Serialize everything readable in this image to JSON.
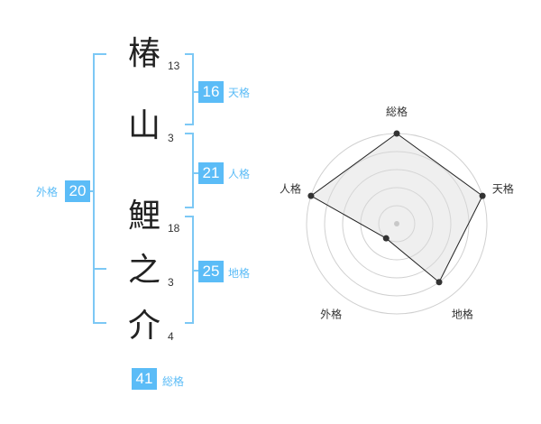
{
  "name": {
    "chars": [
      {
        "char": "椿",
        "strokes": "13"
      },
      {
        "char": "山",
        "strokes": "3"
      },
      {
        "char": "鯉",
        "strokes": "18"
      },
      {
        "char": "之",
        "strokes": "3"
      },
      {
        "char": "介",
        "strokes": "4"
      }
    ]
  },
  "kaku": {
    "tenkaku": {
      "value": "16",
      "label": "天格"
    },
    "jinkaku": {
      "value": "21",
      "label": "人格"
    },
    "chikaku": {
      "value": "25",
      "label": "地格"
    },
    "gaikaku": {
      "value": "20",
      "label": "外格"
    },
    "soukaku": {
      "value": "41",
      "label": "総格"
    }
  },
  "colors": {
    "accent": "#5bbcf7",
    "bracket": "#7cc8f5",
    "radar_fill": "#ececec",
    "ring": "#d0d0d0"
  },
  "chart_data": {
    "type": "radar",
    "axes": [
      "総格",
      "天格",
      "地格",
      "外格",
      "人格"
    ],
    "values": [
      5,
      5,
      4,
      1,
      5
    ],
    "rmax": 5,
    "rings": 5
  }
}
